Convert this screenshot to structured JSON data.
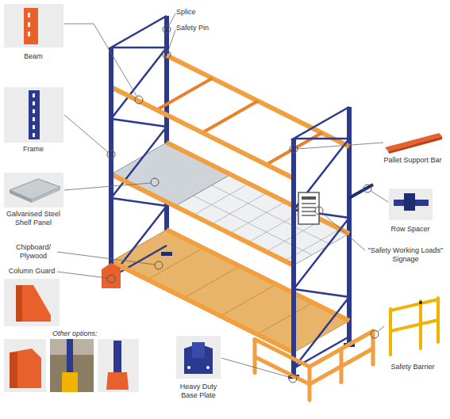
{
  "diagram": {
    "labels": [
      "Splice",
      "Safety Pin",
      "Beam",
      "Frame",
      "Galvanised Steel Shelf Panel",
      "Chipboard/ Plywood",
      "Column Guard",
      "Other options:",
      "Pallet Support Bar",
      "Row Spacer",
      "\"Safety Working Loads\" Signage",
      "Safety Barrier",
      "Heavy Duty Base Plate"
    ]
  }
}
